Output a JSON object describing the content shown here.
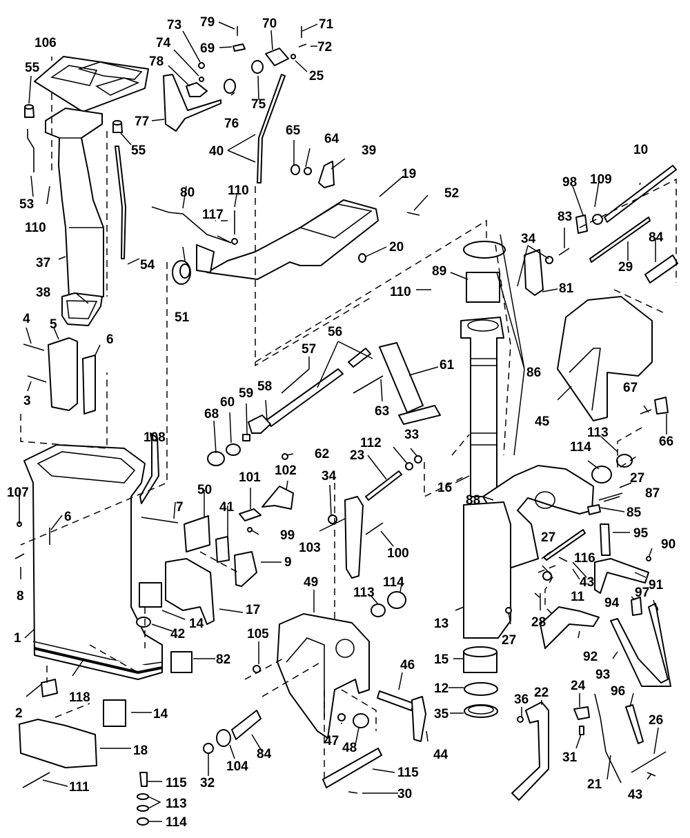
{
  "diagram": {
    "title": "Exploded parts view - midsection / exhaust housing, swivel & clamp brackets",
    "callouts": [
      {
        "id": "c106",
        "text": "106"
      },
      {
        "id": "c55a",
        "text": "55"
      },
      {
        "id": "c55b",
        "text": "55"
      },
      {
        "id": "c53",
        "text": "53"
      },
      {
        "id": "c110a",
        "text": "110"
      },
      {
        "id": "c37",
        "text": "37"
      },
      {
        "id": "c54",
        "text": "54"
      },
      {
        "id": "c73",
        "text": "73"
      },
      {
        "id": "c74",
        "text": "74"
      },
      {
        "id": "c78",
        "text": "78"
      },
      {
        "id": "c77",
        "text": "77"
      },
      {
        "id": "c79",
        "text": "79"
      },
      {
        "id": "c69",
        "text": "69"
      },
      {
        "id": "c76",
        "text": "76"
      },
      {
        "id": "c75",
        "text": "75"
      },
      {
        "id": "c70",
        "text": "70"
      },
      {
        "id": "c71",
        "text": "71"
      },
      {
        "id": "c72",
        "text": "72"
      },
      {
        "id": "c25",
        "text": "25"
      },
      {
        "id": "c40",
        "text": "40"
      },
      {
        "id": "c65",
        "text": "65"
      },
      {
        "id": "c64",
        "text": "64"
      },
      {
        "id": "c39",
        "text": "39"
      },
      {
        "id": "c19",
        "text": "19"
      },
      {
        "id": "c52",
        "text": "52"
      },
      {
        "id": "c20",
        "text": "20"
      },
      {
        "id": "c80",
        "text": "80"
      },
      {
        "id": "c110b",
        "text": "110"
      },
      {
        "id": "c117",
        "text": "117"
      },
      {
        "id": "c51",
        "text": "51"
      },
      {
        "id": "c10",
        "text": "10"
      },
      {
        "id": "c98",
        "text": "98"
      },
      {
        "id": "c109",
        "text": "109"
      },
      {
        "id": "c83",
        "text": "83"
      },
      {
        "id": "c84a",
        "text": "84"
      },
      {
        "id": "c29",
        "text": "29"
      },
      {
        "id": "c34a",
        "text": "34"
      },
      {
        "id": "c89",
        "text": "89"
      },
      {
        "id": "c110c",
        "text": "110"
      },
      {
        "id": "c81",
        "text": "81"
      },
      {
        "id": "c86",
        "text": "86"
      },
      {
        "id": "c45",
        "text": "45"
      },
      {
        "id": "c67",
        "text": "67"
      },
      {
        "id": "c66",
        "text": "66"
      },
      {
        "id": "c113a",
        "text": "113"
      },
      {
        "id": "c114a",
        "text": "114"
      },
      {
        "id": "c27a",
        "text": "27"
      },
      {
        "id": "c87",
        "text": "87"
      },
      {
        "id": "c85",
        "text": "85"
      },
      {
        "id": "c95",
        "text": "95"
      },
      {
        "id": "c90",
        "text": "90"
      },
      {
        "id": "c91",
        "text": "91"
      },
      {
        "id": "c116",
        "text": "116"
      },
      {
        "id": "c27b",
        "text": "27"
      },
      {
        "id": "c43a",
        "text": "43"
      },
      {
        "id": "c11",
        "text": "11"
      },
      {
        "id": "c28",
        "text": "28"
      },
      {
        "id": "c27c",
        "text": "27"
      },
      {
        "id": "c97",
        "text": "97"
      },
      {
        "id": "c94",
        "text": "94"
      },
      {
        "id": "c92",
        "text": "92"
      },
      {
        "id": "c93",
        "text": "93"
      },
      {
        "id": "c96",
        "text": "96"
      },
      {
        "id": "c26",
        "text": "26"
      },
      {
        "id": "c43b",
        "text": "43"
      },
      {
        "id": "c21",
        "text": "21"
      },
      {
        "id": "c31",
        "text": "31"
      },
      {
        "id": "c24",
        "text": "24"
      },
      {
        "id": "c22",
        "text": "22"
      },
      {
        "id": "c36",
        "text": "36"
      },
      {
        "id": "c88",
        "text": "88"
      },
      {
        "id": "c16",
        "text": "16"
      },
      {
        "id": "c13",
        "text": "13"
      },
      {
        "id": "c15",
        "text": "15"
      },
      {
        "id": "c12",
        "text": "12"
      },
      {
        "id": "c35",
        "text": "35"
      },
      {
        "id": "c56",
        "text": "56"
      },
      {
        "id": "c57",
        "text": "57"
      },
      {
        "id": "c58",
        "text": "58"
      },
      {
        "id": "c59",
        "text": "59"
      },
      {
        "id": "c60",
        "text": "60"
      },
      {
        "id": "c68",
        "text": "68"
      },
      {
        "id": "c61",
        "text": "61"
      },
      {
        "id": "c63",
        "text": "63"
      },
      {
        "id": "c62",
        "text": "62"
      },
      {
        "id": "c33",
        "text": "33"
      },
      {
        "id": "c112",
        "text": "112"
      },
      {
        "id": "c23",
        "text": "23"
      },
      {
        "id": "c34b",
        "text": "34"
      },
      {
        "id": "c103",
        "text": "103"
      },
      {
        "id": "c100",
        "text": "100"
      },
      {
        "id": "c101",
        "text": "101"
      },
      {
        "id": "c102",
        "text": "102"
      },
      {
        "id": "c99",
        "text": "99"
      },
      {
        "id": "c38",
        "text": "38"
      },
      {
        "id": "c4",
        "text": "4"
      },
      {
        "id": "c5",
        "text": "5"
      },
      {
        "id": "c6a",
        "text": "6"
      },
      {
        "id": "c3",
        "text": "3"
      },
      {
        "id": "c108",
        "text": "108"
      },
      {
        "id": "c107",
        "text": "107"
      },
      {
        "id": "c6b",
        "text": "6"
      },
      {
        "id": "c8",
        "text": "8"
      },
      {
        "id": "c7",
        "text": "7"
      },
      {
        "id": "c50",
        "text": "50"
      },
      {
        "id": "c41",
        "text": "41"
      },
      {
        "id": "c9",
        "text": "9"
      },
      {
        "id": "c17",
        "text": "17"
      },
      {
        "id": "c14a",
        "text": "14"
      },
      {
        "id": "c42",
        "text": "42"
      },
      {
        "id": "c82",
        "text": "82"
      },
      {
        "id": "c1",
        "text": "1"
      },
      {
        "id": "c2",
        "text": "2"
      },
      {
        "id": "c118",
        "text": "118"
      },
      {
        "id": "c14b",
        "text": "14"
      },
      {
        "id": "c18",
        "text": "18"
      },
      {
        "id": "c111",
        "text": "111"
      },
      {
        "id": "c115a",
        "text": "115"
      },
      {
        "id": "c113b",
        "text": "113"
      },
      {
        "id": "c114b",
        "text": "114"
      },
      {
        "id": "c32",
        "text": "32"
      },
      {
        "id": "c104",
        "text": "104"
      },
      {
        "id": "c84b",
        "text": "84"
      },
      {
        "id": "c105",
        "text": "105"
      },
      {
        "id": "c49",
        "text": "49"
      },
      {
        "id": "c47",
        "text": "47"
      },
      {
        "id": "c48",
        "text": "48"
      },
      {
        "id": "c46",
        "text": "46"
      },
      {
        "id": "c44",
        "text": "44"
      },
      {
        "id": "c115b",
        "text": "115"
      },
      {
        "id": "c30",
        "text": "30"
      },
      {
        "id": "c113c",
        "text": "113"
      },
      {
        "id": "c114c",
        "text": "114"
      }
    ]
  }
}
